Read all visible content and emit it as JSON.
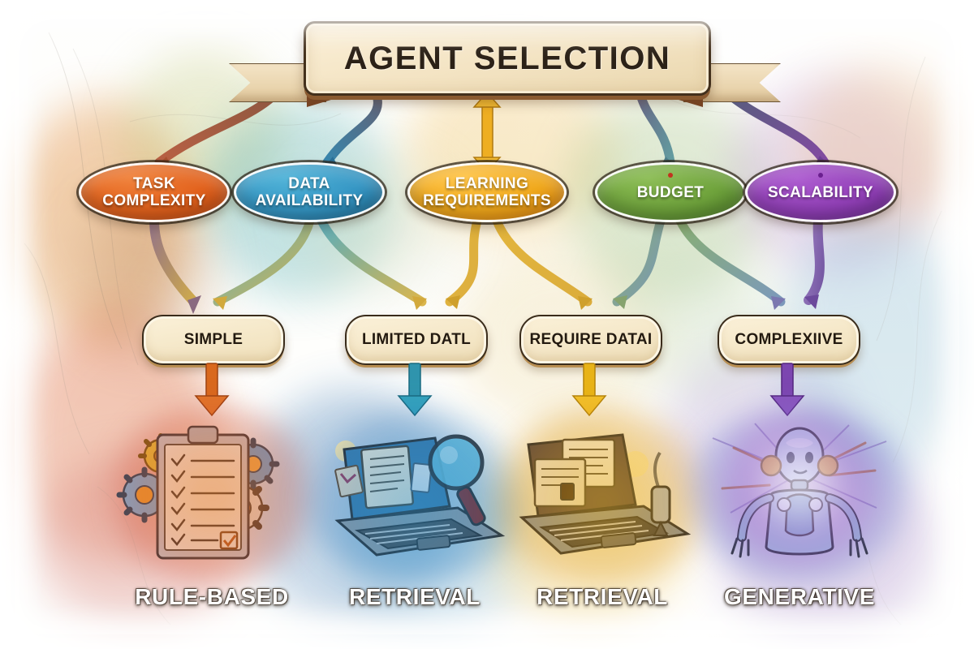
{
  "banner": {
    "title": "AGENT SELECTION"
  },
  "criteria_nodes": [
    {
      "label": "TASK COMPLEXITY",
      "color": "#e2621d",
      "color2": "#c24a12",
      "dot": ""
    },
    {
      "label": "DATA AVAILABILITY",
      "color": "#3596c4",
      "color2": "#1d6e99",
      "dot": ""
    },
    {
      "label": "LEARNING REQUIREMENTS",
      "color": "#f0a81b",
      "color2": "#e07f0c",
      "dot": ""
    },
    {
      "label": "BUDGET",
      "color": "#6fa33c",
      "color2": "#4e8028",
      "dot": "#c2331f"
    },
    {
      "label": "SCALABILITY",
      "color": "#9240b8",
      "color2": "#6f2a93",
      "dot": "#6a1f8e"
    }
  ],
  "condition_boxes": [
    {
      "label": "SIMPLE"
    },
    {
      "label": "LIMITED DATL"
    },
    {
      "label": "REQUIRE DATAI"
    },
    {
      "label": "COMPLEXIIVE"
    }
  ],
  "outcomes": [
    {
      "label": "RULE-BASED",
      "icon": "clipboard-gears-icon",
      "arrow_color": "#d9691e"
    },
    {
      "label": "RETRIEVAL",
      "icon": "laptop-magnifier-icon",
      "arrow_color": "#1f8aa8"
    },
    {
      "label": "RETRIEVAL",
      "icon": "laptop-documents-icon",
      "arrow_color": "#e8b317"
    },
    {
      "label": "GENERATIVE",
      "icon": "robot-icon",
      "arrow_color": "#7c46b0"
    }
  ],
  "connectors": {
    "banner_to_node_colors": [
      "#8a4b33",
      "#2f5f86",
      "#e9a81c",
      "#5b5f80",
      "#5c3f86"
    ],
    "center_arrow_color": "#eeae22",
    "node_to_condition_colors": [
      "#8e6f84",
      "#57a6b4",
      "#d8a52a",
      "#7fa86a",
      "#7b5ba5"
    ]
  },
  "palette": {
    "paper": "#fdfdfb",
    "ink": "#2b2117",
    "box_fill": "#f6e8c8"
  }
}
